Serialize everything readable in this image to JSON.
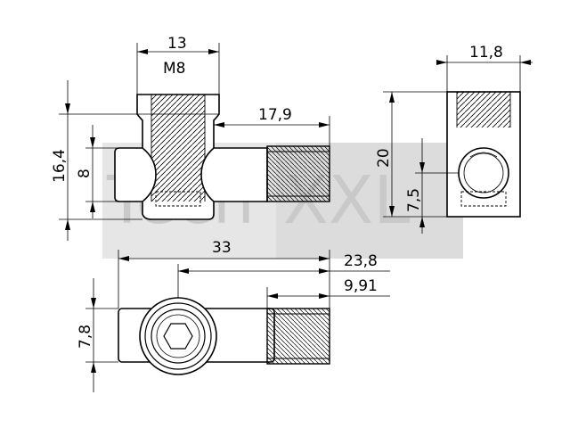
{
  "watermark": {
    "text_left": "Tech",
    "text_right": "XXL",
    "color": "#c9c9c9"
  },
  "dimensions": {
    "top_width": "13",
    "thread": "M8",
    "thread_length": "17,9",
    "side_width": "11,8",
    "height_total": "16,4",
    "height_inner": "8",
    "side_height": "20",
    "side_hole": "7,5",
    "overall_length": "33",
    "len_23": "23,8",
    "len_9": "9,91",
    "bottom_height": "7,8"
  }
}
